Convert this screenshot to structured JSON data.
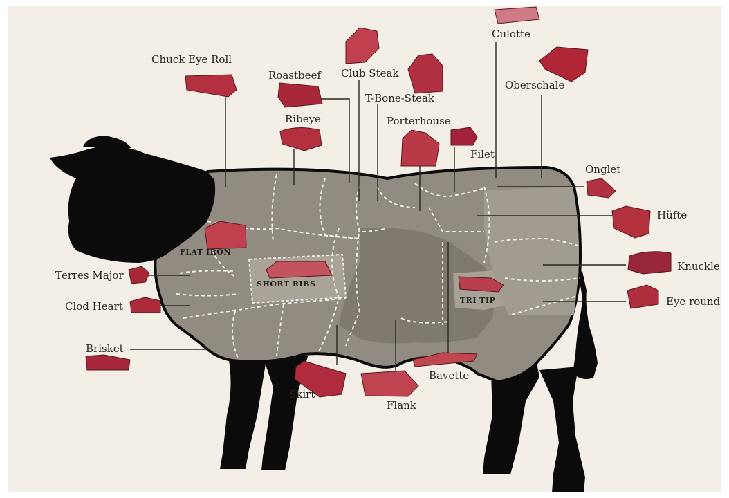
{
  "colors": {
    "background": "#f3efe7",
    "body_fill": "#918b82",
    "head_fill": "#0c0b0b",
    "leader_line": "#2a2623",
    "cut_border": "#f4f1ea",
    "meat": "#b5303f"
  },
  "cuts": {
    "chuck_eye_roll": "Chuck Eye Roll",
    "roastbeef": "Roastbeef",
    "club_steak": "Club Steak",
    "t_bone_steak": "T-Bone-Steak",
    "ribeye": "Ribeye",
    "porterhouse": "Porterhouse",
    "filet": "Filet",
    "culotte": "Culotte",
    "oberschale": "Oberschale",
    "onglet": "Onglet",
    "huefte": "Hüfte",
    "knuckle": "Knuckle",
    "eye_round": "Eye round",
    "terres_major": "Terres Major",
    "clod_heart": "Clod Heart",
    "brisket": "Brisket",
    "skirt": "Skirt",
    "flank": "Flank",
    "bavette": "Bavette"
  },
  "inner_labels": {
    "flat_iron": "FLAT IRON",
    "short_ribs": "SHORT RIBS",
    "tri_tip": "TRI TIP"
  }
}
